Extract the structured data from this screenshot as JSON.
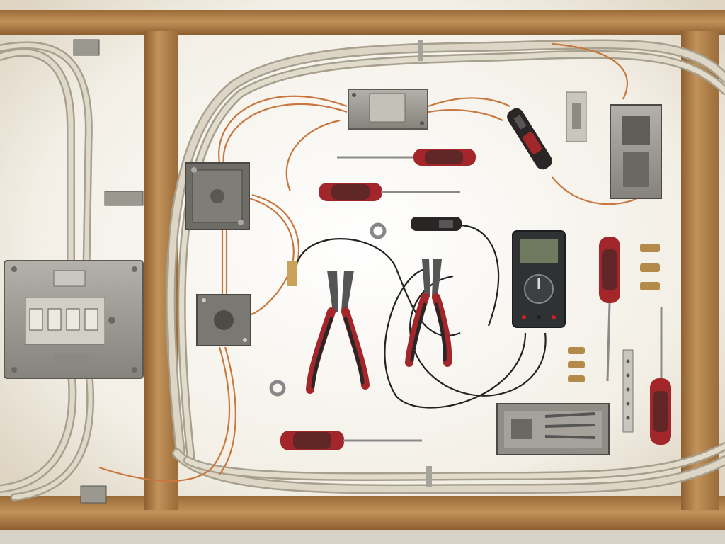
{
  "scene": {
    "title": "",
    "description_visible_text": ""
  },
  "colors": {
    "wall": "#f6f3ec",
    "wood": "#b9874e",
    "wood_dark": "#8f6132",
    "cable": "#d9d2c2",
    "cable_edge": "#a8a08e",
    "copper": "#c8773f",
    "metal_box": "#9c9a92",
    "metal_box_dark": "#6f6d66",
    "handle_red": "#a3262a",
    "handle_black": "#2a2626",
    "meter_body": "#2f3133",
    "meter_screen": "#6f7a5e"
  },
  "objects": {
    "breaker_panel": {
      "name": "breaker-panel"
    },
    "junction_boxes": [
      "junction-box-top",
      "junction-box-left-upper",
      "junction-box-left-lower",
      "junction-box-right"
    ],
    "tools": [
      "screwdriver-top",
      "screwdriver-middle",
      "screwdriver-bottom",
      "screwdriver-vertical-right",
      "screwdriver-vertical-far-right",
      "pliers-left",
      "pliers-right",
      "multimeter",
      "voltage-tester-pen",
      "probe-tester"
    ],
    "parts_tray": "parts-tray"
  }
}
